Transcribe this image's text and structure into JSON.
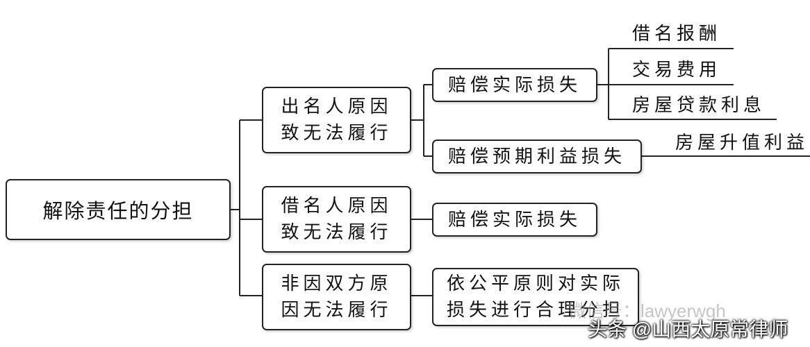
{
  "root": "解除责任的分担",
  "branches": [
    {
      "label_lines": [
        "出名人原因",
        "致无法履行"
      ],
      "children": [
        {
          "label_lines": [
            "赔偿实际损失"
          ],
          "items": [
            "借名报酬",
            "交易费用",
            "房屋贷款利息"
          ]
        },
        {
          "label_lines": [
            "赔偿预期利益损失"
          ],
          "items": [
            "房屋升值利益"
          ]
        }
      ]
    },
    {
      "label_lines": [
        "借名人原因",
        "致无法履行"
      ],
      "children": [
        {
          "label_lines": [
            "赔偿实际损失"
          ],
          "items": []
        }
      ]
    },
    {
      "label_lines": [
        "非因双方原",
        "因无法履行"
      ],
      "children": [
        {
          "label_lines": [
            "依公平原则对实际",
            "损失进行合理分担"
          ],
          "items": []
        }
      ]
    }
  ],
  "watermark": "微信号：lawyerwgh",
  "credit": "头条 @山西太原常律师"
}
